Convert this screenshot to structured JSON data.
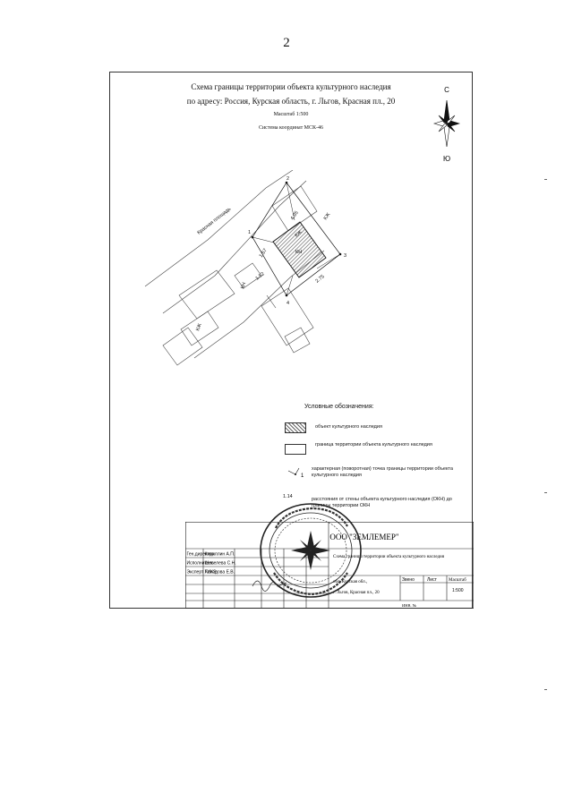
{
  "page_number": "2",
  "title_line1": "Схема границы территории объекта культурного наследия",
  "title_line2": "по адресу: Россия, Курская область, г. Льгов, Красная пл., 20",
  "scale": "Масштаб 1:500",
  "coord_system": "Система координат МСК-46",
  "compass": {
    "north": "С",
    "south": "Ю"
  },
  "map": {
    "street": "Красная площадь",
    "points": [
      "1",
      "2",
      "3",
      "4"
    ],
    "building_labels": [
      "КН",
      "КЖ",
      "КЖ",
      "КЖ",
      "КН"
    ],
    "dimensions": [
      "4.95",
      "1.57",
      "1.52",
      "2.75"
    ]
  },
  "legend": {
    "heading": "Условные обозначения:",
    "items": [
      {
        "text": "объект культурного наследия"
      },
      {
        "text": "граница территории объекта культурного наследия"
      },
      {
        "text": "характерная (поворотная) точка границы территории объекта культурного наследия",
        "marker": "1"
      },
      {
        "text": "расстояния от стены объекта культурного наследия (ОКН) до границы территории ОКН",
        "marker": "1.14"
      }
    ]
  },
  "title_block": {
    "org": "ООО \"ЗЕМЛЕМЕР\"",
    "roles": [
      {
        "role": "Ген.директор",
        "name": "Кириллин А.П."
      },
      {
        "role": "Исполнитель",
        "name": "Шепелева С.Н."
      },
      {
        "role": "Эксперт ГИКЭ",
        "name": "Холодова Е.В."
      }
    ],
    "subject": "Схема границы территории объекта культурного наследия",
    "address1": "обл. Курская обл.,",
    "address2": "г. Льгов, Красная пл., 20",
    "col_stage": "Звено",
    "col_sheet": "Лист",
    "col_scale": "Масштаб",
    "scale_value": "1:500",
    "inv": "ИНВ. №"
  }
}
